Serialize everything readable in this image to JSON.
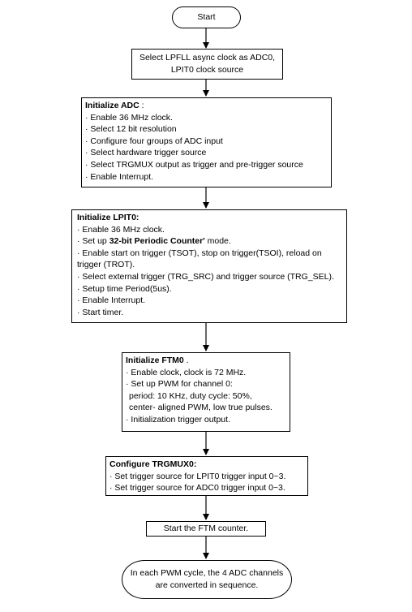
{
  "start": "Start",
  "step1": {
    "lines": [
      "Select LPFLL async clock as ADC0,",
      "LPIT0 clock source"
    ]
  },
  "adc": {
    "title": "Initialize ADC",
    "title_suffix": " :",
    "items": [
      "· Enable 36 MHz clock.",
      "· Select 12 bit resolution",
      "· Configure four groups of ADC input",
      "· Select hardware trigger source",
      "· Select TRGMUX output as trigger and pre-trigger source",
      "· Enable Interrupt."
    ]
  },
  "lpit": {
    "title": "Initialize LPIT0:",
    "item1": "· Enable 36 MHz clock.",
    "item2_pre": "· Set up ",
    "item2_bold": "32-bit Periodic Counter'",
    "item2_post": " mode.",
    "item3": "· Enable start on trigger (TSOT), stop on trigger(TSOI), reload on trigger (TROT).",
    "item4": "· Select external trigger (TRG_SRC) and trigger source (TRG_SEL).",
    "item5": "· Setup time Period(5us).",
    "item6": "· Enable Interrupt.",
    "item7": "· Start timer."
  },
  "ftm": {
    "title": "Initialize FTM0",
    "title_suffix": " .",
    "items": [
      "· Enable clock, clock is 72 MHz.",
      "· Set up PWM for channel 0:",
      "  period: 10 KHz, duty cycle: 50%,",
      "  center- aligned PWM, low true pulses.",
      "· Initialization trigger output."
    ]
  },
  "trgmux": {
    "title": "Configure TRGMUX0:",
    "items": [
      "· Set trigger source for LPIT0 trigger input 0~3.",
      "· Set trigger source for ADC0 trigger input 0~3."
    ]
  },
  "ftm_start": "Start the FTM counter.",
  "end": {
    "lines": [
      "In each PWM cycle, the 4 ADC channels",
      "are converted in sequence."
    ]
  }
}
